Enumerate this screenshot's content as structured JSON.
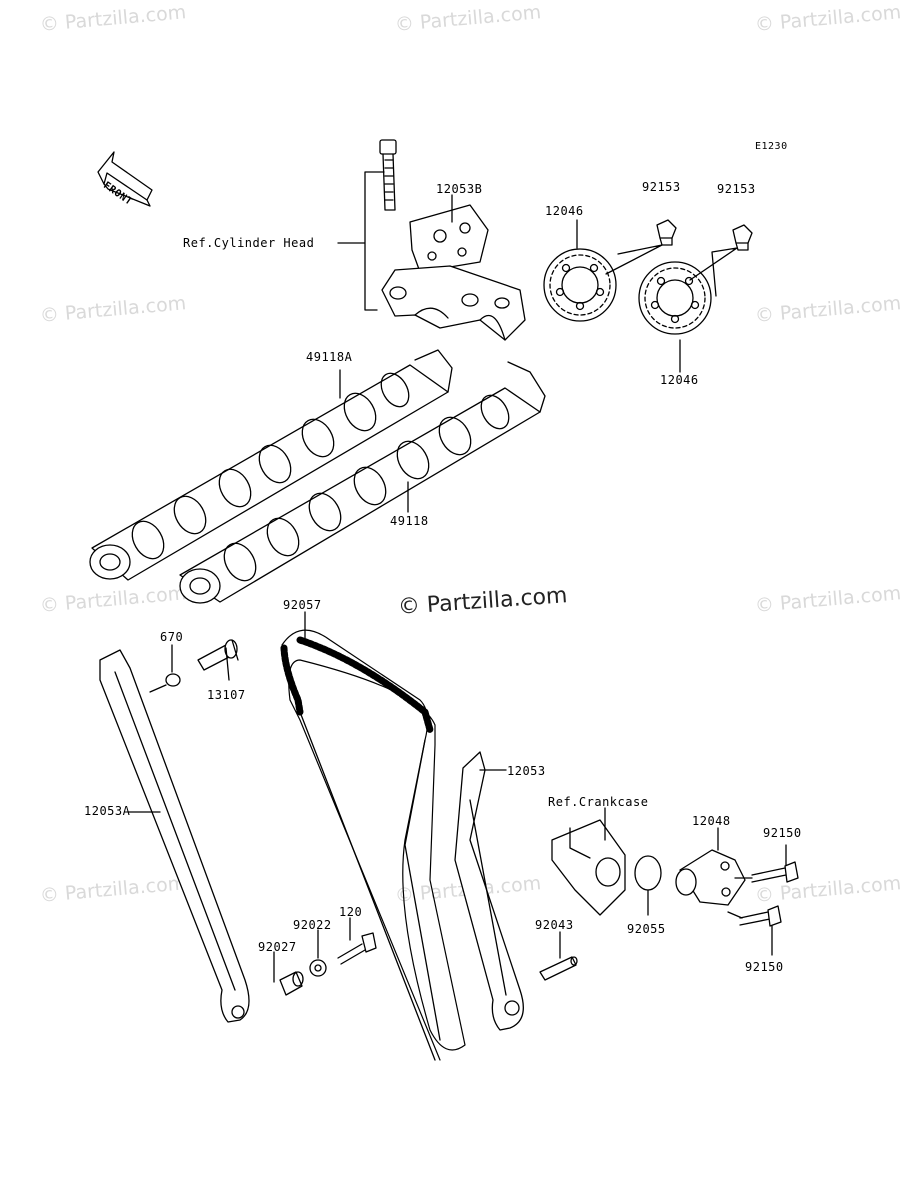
{
  "diagram_code": "E1230",
  "front_label": "FRONT",
  "ref_labels": {
    "cylinder_head": "Ref.Cylinder Head",
    "crankcase": "Ref.Crankcase"
  },
  "part_numbers": {
    "p12053B": "12053B",
    "p12046_top": "12046",
    "p12046_bottom": "12046",
    "p92153_a": "92153",
    "p92153_b": "92153",
    "p49118A": "49118A",
    "p49118": "49118",
    "p92057": "92057",
    "p670": "670",
    "p13107": "13107",
    "p12053": "12053",
    "p12053A": "12053A",
    "p12048": "12048",
    "p92150_a": "92150",
    "p92150_b": "92150",
    "p92055": "92055",
    "p92043": "92043",
    "p120": "120",
    "p92022": "92022",
    "p92027": "92027"
  },
  "watermark": {
    "main": "© Partzilla.com",
    "repeat": "© Partzilla.com"
  }
}
